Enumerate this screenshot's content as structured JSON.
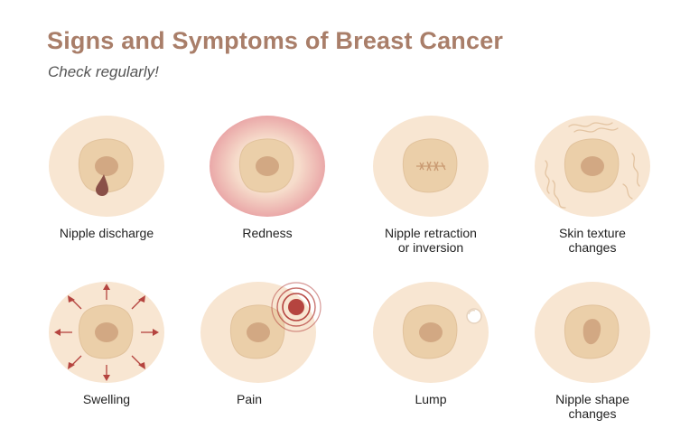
{
  "header": {
    "title": "Signs and Symptoms of Breast Cancer",
    "subtitle": "Check regularly!"
  },
  "colors": {
    "title": "#a97e69",
    "skin": "#f8e6d2",
    "areola": "#ebcfa9",
    "nipple": "#d2a883",
    "accent_red": "#b5443f",
    "discharge": "#8a5048"
  },
  "symptoms": [
    {
      "lines": [
        "Nipple discharge"
      ],
      "icon": "nipple-discharge-icon"
    },
    {
      "lines": [
        "Redness"
      ],
      "icon": "redness-icon"
    },
    {
      "lines": [
        "Nipple retraction",
        "or inversion"
      ],
      "icon": "nipple-retraction-icon"
    },
    {
      "lines": [
        "Skin texture",
        "changes"
      ],
      "icon": "skin-texture-icon"
    },
    {
      "lines": [
        "Swelling"
      ],
      "icon": "swelling-icon"
    },
    {
      "lines": [
        "Pain"
      ],
      "icon": "pain-icon"
    },
    {
      "lines": [
        "Lump"
      ],
      "icon": "lump-icon"
    },
    {
      "lines": [
        "Nipple shape",
        "changes"
      ],
      "icon": "nipple-shape-icon"
    }
  ]
}
